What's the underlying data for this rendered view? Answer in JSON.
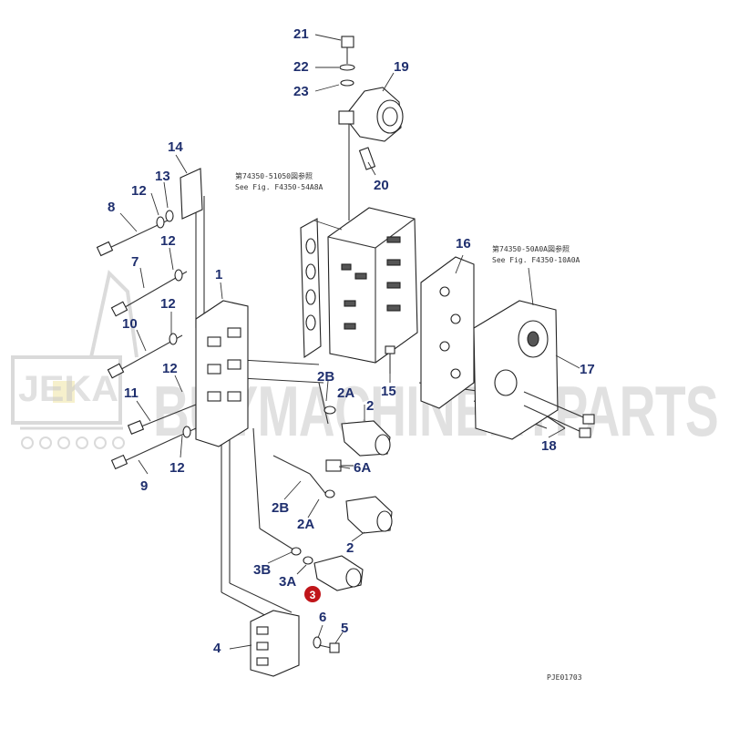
{
  "diagram": {
    "callouts": {
      "c21": "21",
      "c22": "22",
      "c23": "23",
      "c19": "19",
      "c20": "20",
      "c14": "14",
      "c13": "13",
      "c12a": "12",
      "c8": "8",
      "c12b": "12",
      "c7": "7",
      "c12c": "12",
      "c1": "1",
      "c10": "10",
      "c12d": "12",
      "c11": "11",
      "c9": "9",
      "c12e": "12",
      "c16": "16",
      "c17": "17",
      "c18": "18",
      "c15": "15",
      "c2Ba": "2B",
      "c2Aa": "2A",
      "c2a": "2",
      "c6A": "6A",
      "c2Bb": "2B",
      "c2Ab": "2A",
      "c2b": "2",
      "c3B": "3B",
      "c3A": "3A",
      "c3": "3",
      "c6": "6",
      "c5": "5",
      "c4": "4"
    },
    "notes": {
      "top_line1": "第74350-51050図参照",
      "top_line2": "See Fig. F4350-54A8A",
      "right_line1": "第74350-50A0A図参照",
      "right_line2": "See Fig. F4350-10A0A"
    },
    "figure_code": "PJE01703",
    "watermark": {
      "logo_text": "JEKA",
      "brand_text": "BUYMACHINERYPARTS"
    },
    "highlight_color": "#c0151a",
    "callout_color": "#1f2f6e"
  }
}
